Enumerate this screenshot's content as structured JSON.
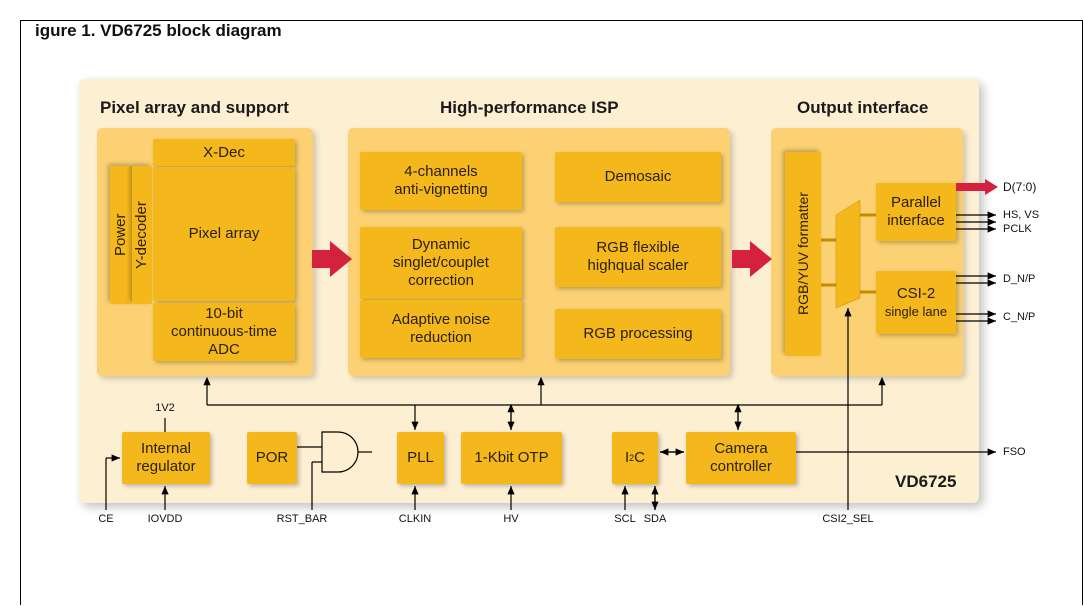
{
  "caption": "igure 1. VD6725 block diagram",
  "sections": {
    "pixel": "Pixel array and support",
    "isp": "High-performance ISP",
    "output": "Output interface"
  },
  "blocks": {
    "xdec": "X-Dec",
    "power": "Power",
    "ydecoder": "Y-decoder",
    "pixel_array": "Pixel array",
    "adc": "10-bit\ncontinuous-time\nADC",
    "anti_vignetting": "4-channels\nanti-vignetting",
    "demosaic": "Demosaic",
    "dynamic_correction": "Dynamic\nsinglet/couplet\ncorrection",
    "scaler": "RGB flexible\nhighqual scaler",
    "noise_reduction": "Adaptive noise\nreduction",
    "rgb_processing": "RGB processing",
    "formatter": "RGB/YUV formatter",
    "parallel": "Parallel\ninterface",
    "csi2": "CSI-2",
    "csi2_sub": "single lane",
    "regulator": "Internal\nregulator",
    "por": "POR",
    "pll": "PLL",
    "otp": "1-Kbit OTP",
    "i2c_main": "I",
    "i2c_sup": "2",
    "i2c_tail": "C",
    "camera_controller": "Camera\ncontroller"
  },
  "signals": {
    "d70": "D(7:0)",
    "hsvs": "HS, VS",
    "pclk": "PCLK",
    "dnp": "D_N/P",
    "cnp": "C_N/P",
    "fso": "FSO",
    "v12": "1V2",
    "ce": "CE",
    "iovdd": "IOVDD",
    "rst_bar": "RST_BAR",
    "clkin": "CLKIN",
    "hv": "HV",
    "scl": "SCL",
    "sda": "SDA",
    "csi2_sel": "CSI2_SEL"
  },
  "part_number": "VD6725",
  "colors": {
    "panel": "#fdefd2",
    "group": "#fbd173",
    "block": "#f4b81c",
    "arrow": "#d4213d"
  }
}
